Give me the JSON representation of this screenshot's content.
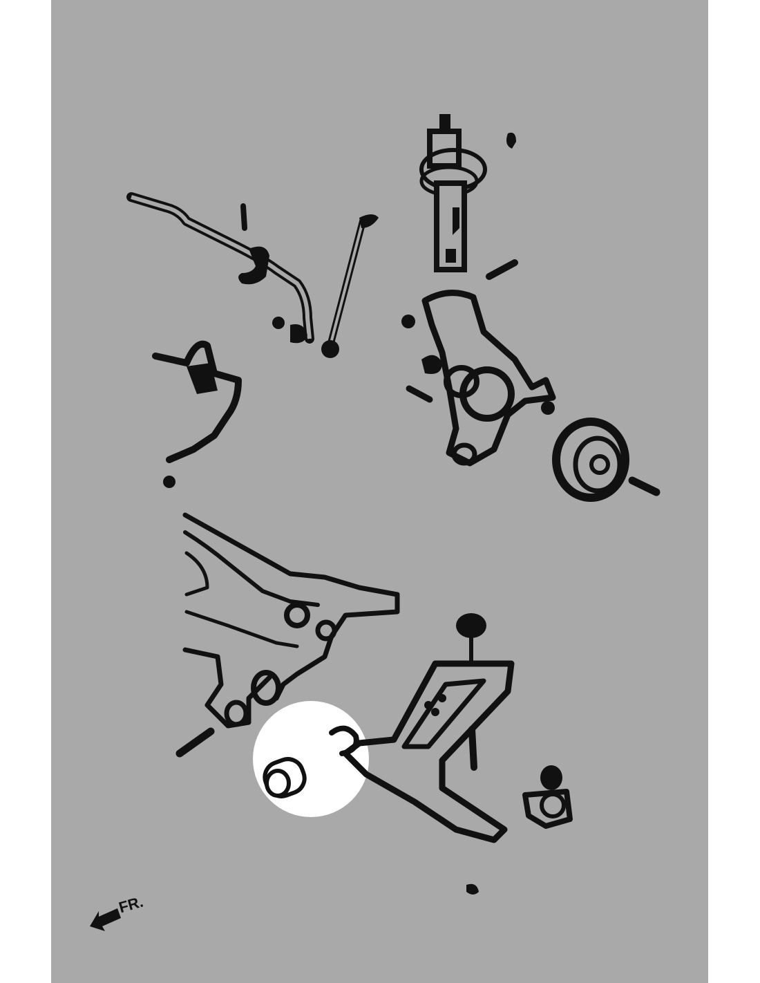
{
  "diagram": {
    "direction_label": "FR.",
    "highlight_color": "#ffffff",
    "background_color": "#a9a9a9",
    "parts": [
      "stabilizer-bar",
      "stabilizer-link",
      "strut",
      "knuckle",
      "wheel-hub",
      "bracket",
      "subframe",
      "lower-control-arm",
      "bushing",
      "ball-joint",
      "bolts"
    ]
  }
}
